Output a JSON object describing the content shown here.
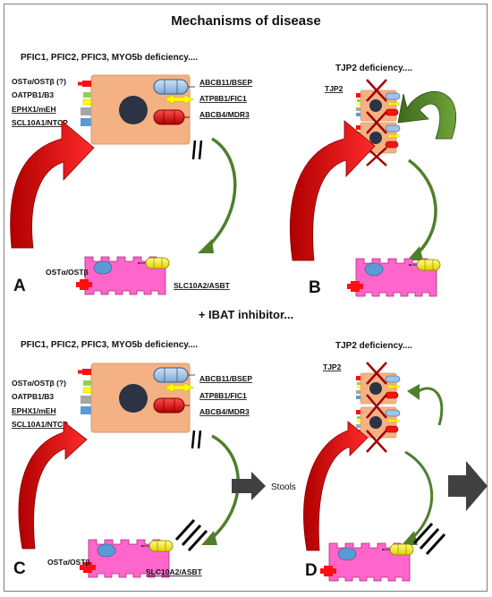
{
  "figure": {
    "title": "Mechanisms of disease",
    "ibat_heading": "+ IBAT inhibitor...",
    "stools_label": "Stools"
  },
  "panels": {
    "A": {
      "letter": "A",
      "heading": "PFIC1, PFIC2, PFIC3, MYO5b deficiency....",
      "left_transporters": [
        "OSTα/OSTβ (?)",
        "OATPB1/B3",
        "EPHX1/mEH",
        "SCL10A1/NTCP"
      ],
      "right_transporters": [
        "ABCB11/BSEP",
        "ATP8B1/FIC1",
        "ABCB4/MDR3"
      ],
      "enterocyte_left_label": "OSTα/OSTβ",
      "enterocyte_right_label": "SLC10A2/ASBT"
    },
    "B": {
      "letter": "B",
      "heading": "TJP2 deficiency....",
      "tjp_label": "TJP2"
    },
    "C": {
      "letter": "C",
      "heading": "PFIC1, PFIC2, PFIC3, MYO5b deficiency....",
      "left_transporters": [
        "OSTα/OSTβ (?)",
        "OATPB1/B3",
        "EPHX1/mEH",
        "SCL10A1/NTCP"
      ],
      "right_transporters": [
        "ABCB11/BSEP",
        "ATP8B1/FIC1",
        "ABCB4/MDR3"
      ],
      "enterocyte_left_label": "OSTα/OSTβ",
      "enterocyte_right_label": "SLC10A2/ASBT"
    },
    "D": {
      "letter": "D",
      "heading": "TJP2 deficiency....",
      "tjp_label": "TJP2"
    }
  },
  "colors": {
    "hepatocyte": "#f4b183",
    "enterocyte": "#ff66cc",
    "enterohepatic_arrow": "#e01010",
    "return_arrow": "#4f7f2a",
    "stools_arrow": "#404040",
    "nucleus": "#2b3345",
    "transporter_red": "#ff1010",
    "transporter_green": "#92d050",
    "transporter_yellow": "#ffff00",
    "transporter_grey": "#a6a6a6",
    "transporter_blue": "#5b9bd5",
    "bsep_blue": "#9dc3e6"
  }
}
